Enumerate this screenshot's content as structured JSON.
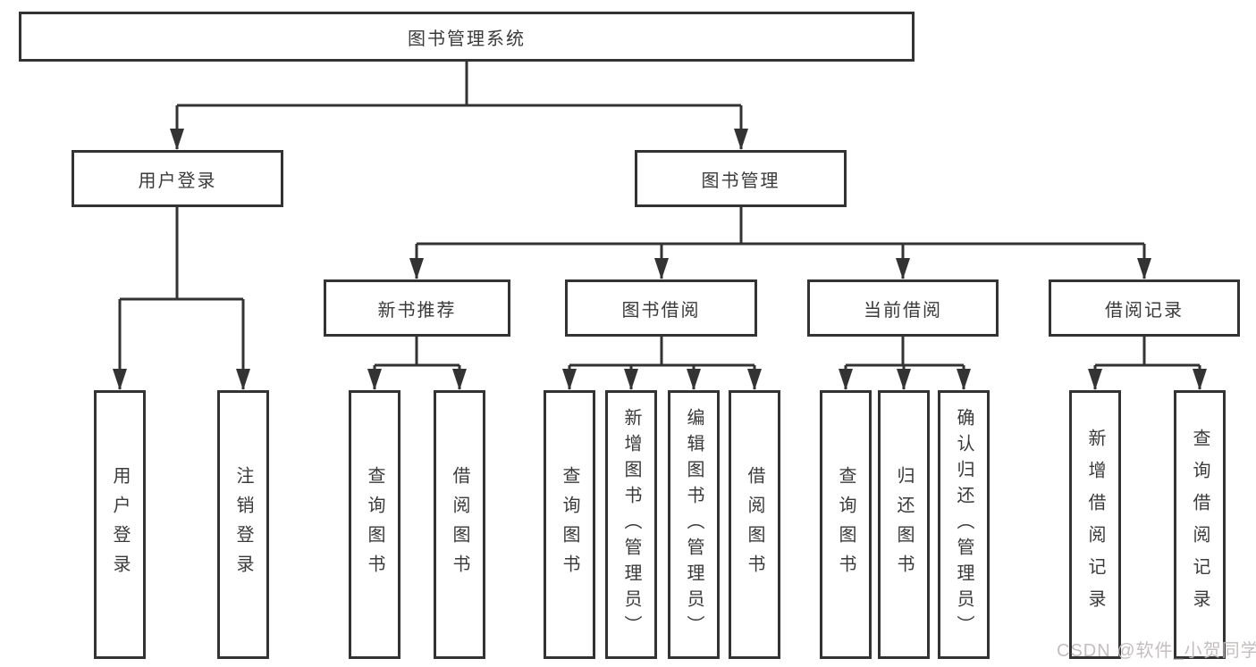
{
  "diagram": {
    "type": "hierarchy-tree",
    "colors": {
      "line": "#333333",
      "text": "#3a3a3a",
      "background": "#ffffff",
      "watermark": "#c1bbbb"
    },
    "tree": {
      "label": "图书管理系统",
      "children": [
        {
          "label": "用户登录",
          "children": [
            {
              "label": "用户登录"
            },
            {
              "label": "注销登录"
            }
          ]
        },
        {
          "label": "图书管理",
          "children": [
            {
              "label": "新书推荐",
              "children": [
                {
                  "label": "查询图书"
                },
                {
                  "label": "借阅图书"
                }
              ]
            },
            {
              "label": "图书借阅",
              "children": [
                {
                  "label": "查询图书"
                },
                {
                  "label": "新增图书（管理员）"
                },
                {
                  "label": "编辑图书（管理员）"
                },
                {
                  "label": "借阅图书"
                }
              ]
            },
            {
              "label": "当前借阅",
              "children": [
                {
                  "label": "查询图书"
                },
                {
                  "label": "归还图书"
                },
                {
                  "label": "确认归还（管理员）"
                }
              ]
            },
            {
              "label": "借阅记录",
              "children": [
                {
                  "label": "新增借阅记录"
                },
                {
                  "label": "查询借阅记录"
                }
              ]
            }
          ]
        }
      ]
    },
    "watermark": {
      "text": "CSDN @软件_小贺同学"
    }
  }
}
